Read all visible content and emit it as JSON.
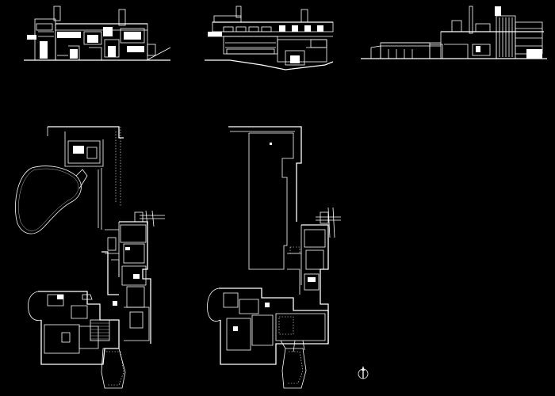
{
  "drawing": {
    "background": "#000000",
    "line_color": "#ffffff",
    "views": [
      {
        "id": "elevation-1",
        "kind": "elevation"
      },
      {
        "id": "elevation-2",
        "kind": "elevation"
      },
      {
        "id": "elevation-3",
        "kind": "elevation"
      },
      {
        "id": "floor-plan-ground",
        "kind": "plan"
      },
      {
        "id": "floor-plan-upper",
        "kind": "plan"
      }
    ],
    "north_arrow_icon": "north-arrow-icon"
  }
}
